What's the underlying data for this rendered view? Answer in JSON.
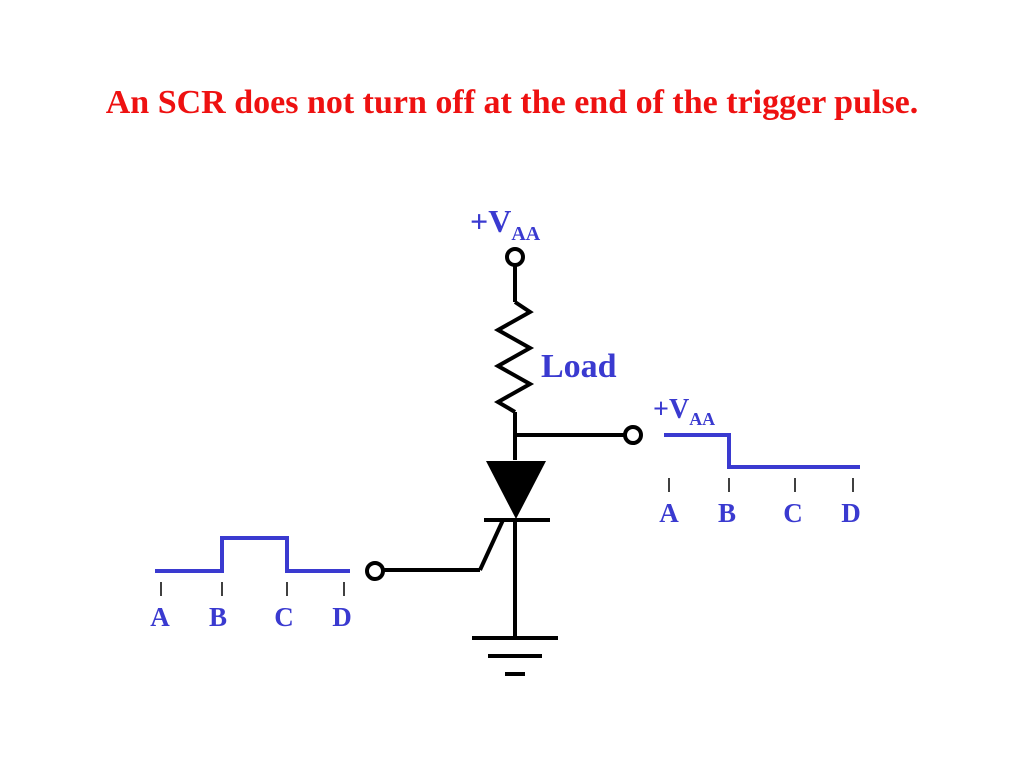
{
  "slide": {
    "title": "An SCR does not turn off at the end of the trigger pulse."
  },
  "supply": {
    "label_prefix": "+V",
    "label_sub": "AA"
  },
  "load": {
    "label": "Load"
  },
  "output": {
    "label_prefix": "+V",
    "label_sub": "AA",
    "time_marks": [
      "A",
      "B",
      "C",
      "D"
    ]
  },
  "trigger": {
    "time_marks": [
      "A",
      "B",
      "C",
      "D"
    ]
  },
  "colors": {
    "title": "#ee1111",
    "labels": "#3a3ad0",
    "waveform": "#3a3ad0",
    "circuit": "#000000"
  }
}
